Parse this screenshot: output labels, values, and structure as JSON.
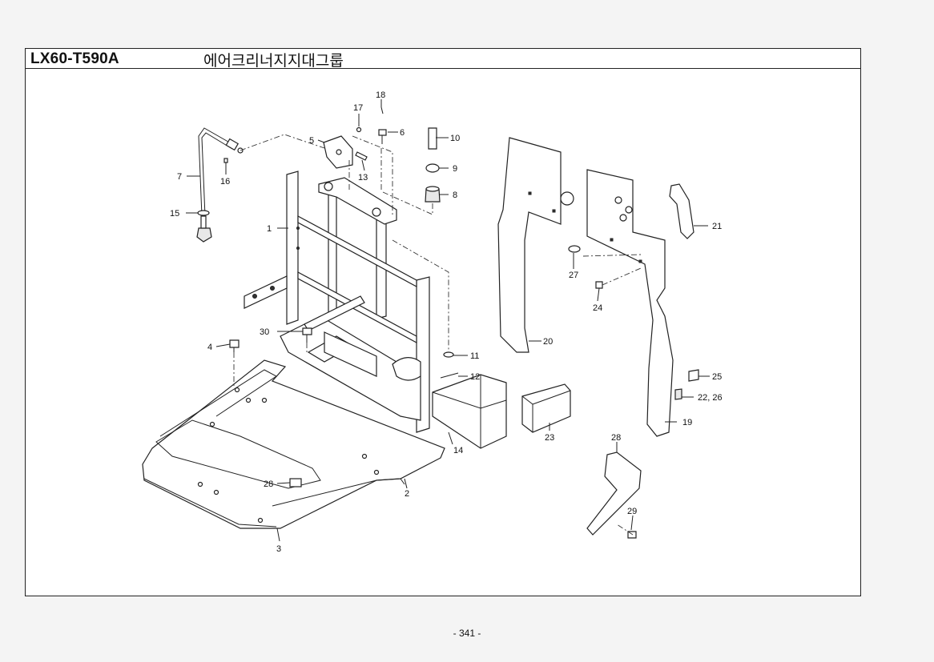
{
  "header": {
    "model_code": "LX60-T590A",
    "group_title": "에어크리너지지대그룹"
  },
  "footer": {
    "page_number": "- 341 -"
  },
  "callouts": {
    "c1": "1",
    "c2": "2",
    "c3": "3",
    "c4": "4",
    "c5": "5",
    "c6": "6",
    "c7": "7",
    "c8": "8",
    "c9": "9",
    "c10": "10",
    "c11": "11",
    "c12": "12",
    "c13": "13",
    "c14": "14",
    "c15": "15",
    "c16": "16",
    "c17": "17",
    "c18": "18",
    "c19": "19",
    "c20": "20",
    "c21": "21",
    "c22_26": "22,  26",
    "c23": "23",
    "c24": "24",
    "c25": "25",
    "c27": "27",
    "c28a": "28",
    "c28b": "28",
    "c29": "29",
    "c30": "30"
  }
}
